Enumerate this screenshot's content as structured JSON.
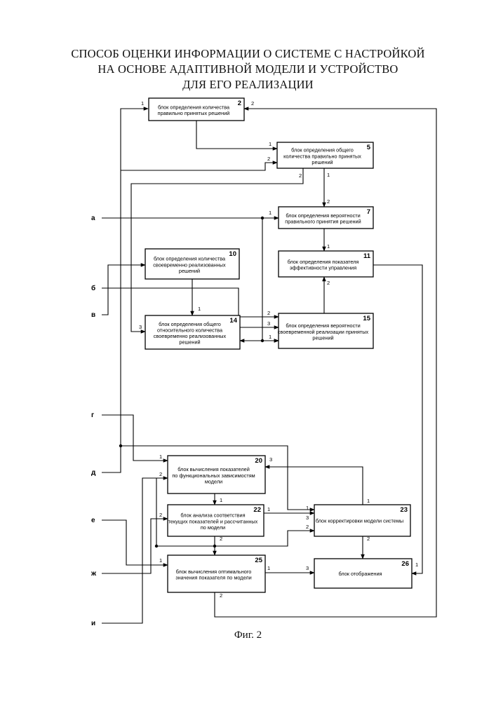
{
  "title": {
    "line1": "СПОСОБ ОЦЕНКИ ИНФОРМАЦИИ О СИСТЕМЕ С НАСТРОЙКОЙ",
    "line2": "НА ОСНОВЕ АДАПТИВНОЙ МОДЕЛИ И УСТРОЙСТВО",
    "line3": "ДЛЯ ЕГО РЕАЛИЗАЦИИ"
  },
  "caption": "Фиг. 2",
  "inputs": {
    "a": "а",
    "b": "б",
    "v": "в",
    "g": "г",
    "d": "д",
    "e": "е",
    "zh": "ж",
    "i": "и"
  },
  "blocks": {
    "b2": {
      "num": "2",
      "lines": [
        "блок определения количества",
        "правильно принятых решений"
      ]
    },
    "b5": {
      "num": "5",
      "lines": [
        "блок определения общего",
        "количества правильно принятых",
        "решений"
      ]
    },
    "b7": {
      "num": "7",
      "lines": [
        "блок определения вероятности",
        "правильного принятия решений"
      ]
    },
    "b10": {
      "num": "10",
      "lines": [
        "блок определения количества",
        "своевременно реализованных",
        "решений"
      ]
    },
    "b11": {
      "num": "11",
      "lines": [
        "блок определения показателя",
        "эффективности управления"
      ]
    },
    "b14": {
      "num": "14",
      "lines": [
        "блок определения общего",
        "относительного количества",
        "своевременно реализованных",
        "решений"
      ]
    },
    "b15": {
      "num": "15",
      "lines": [
        "блок определения вероятности",
        "своевременной реализации принятых",
        "решений"
      ]
    },
    "b20": {
      "num": "20",
      "lines": [
        "блок вычисления показателей",
        "по функциональных зависимостям",
        "модели"
      ]
    },
    "b22": {
      "num": "22",
      "lines": [
        "блок анализа соответствия",
        "текущих показателей и рассчитанных",
        "по модели"
      ]
    },
    "b23": {
      "num": "23",
      "lines": [
        "блок корректировки модели системы"
      ]
    },
    "b25": {
      "num": "25",
      "lines": [
        "блок вычисления оптимального",
        "значения показателя по модели"
      ]
    },
    "b26": {
      "num": "26",
      "lines": [
        "блок отображения"
      ]
    }
  },
  "ports": {
    "p1": "1",
    "p2": "2",
    "p3": "3"
  }
}
